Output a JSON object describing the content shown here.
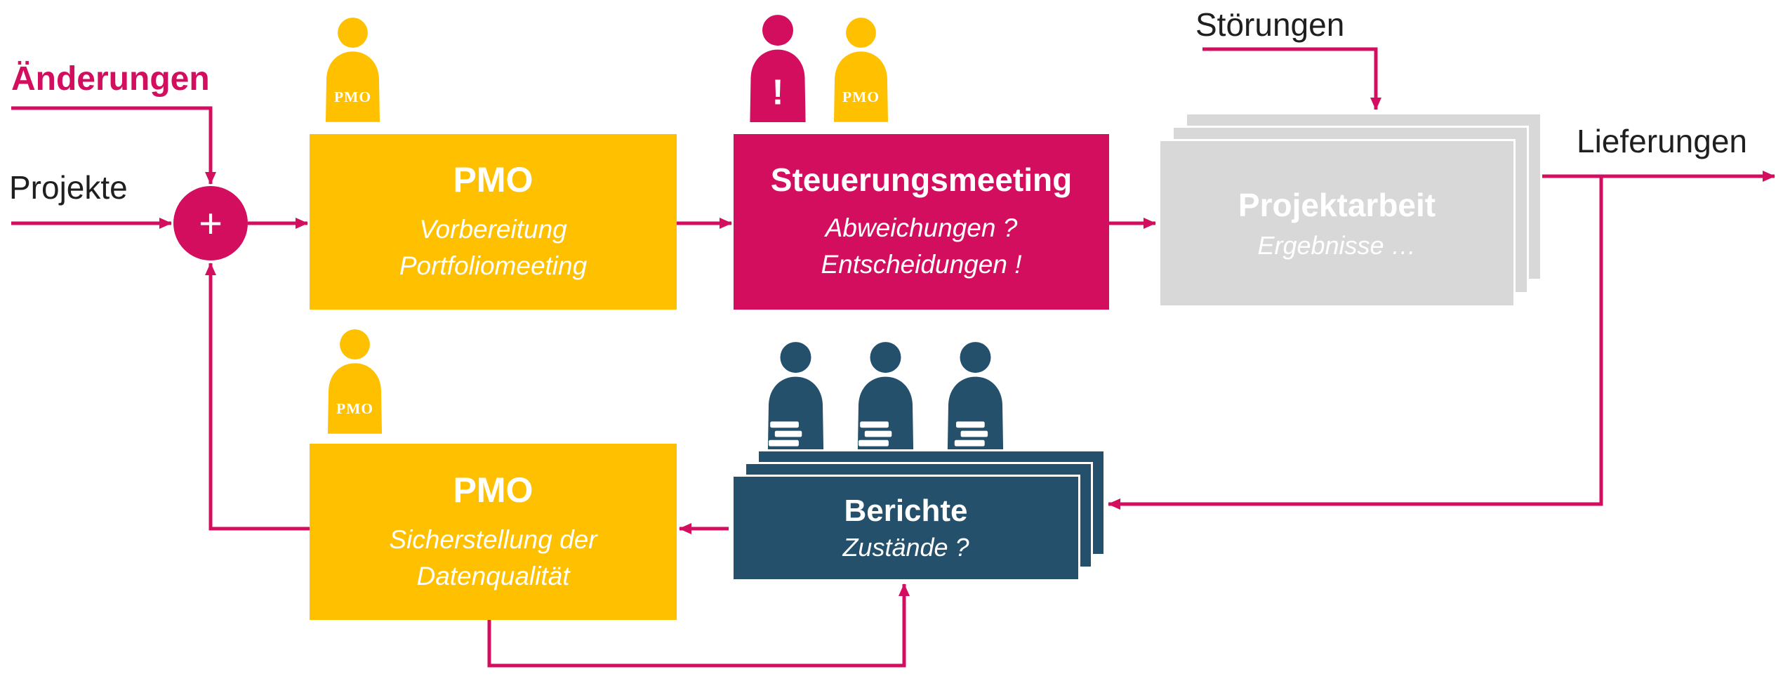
{
  "colors": {
    "accent_pink": "#D40E5F",
    "pmo_yellow": "#FFC000",
    "project_gray": "#D8D8D8",
    "report_blue": "#24506B",
    "label_text": "#1F1F1F",
    "box_text": "#FFFFFF",
    "background": "#FFFFFF"
  },
  "labels": {
    "aenderungen": "Änderungen",
    "projekte": "Projekte",
    "stoerungen": "Störungen",
    "lieferungen": "Lieferungen",
    "merge_plus": "+"
  },
  "nodes": {
    "pmo_top": {
      "title": "PMO",
      "subtitle1": "Vorbereitung",
      "subtitle2": "Portfoliomeeting"
    },
    "steuerung": {
      "title": "Steuerungsmeeting",
      "subtitle1": "Abweichungen ?",
      "subtitle2": "Entscheidungen !"
    },
    "projektarbeit": {
      "title": "Projektarbeit",
      "subtitle1": "Ergebnisse …"
    },
    "berichte": {
      "title": "Berichte",
      "subtitle1": "Zustände ?"
    },
    "pmo_bottom": {
      "title": "PMO",
      "subtitle1": "Sicherstellung der",
      "subtitle2": "Datenqualität"
    }
  },
  "icons": {
    "pmo_badge": "PMO",
    "alert_mark": "!"
  },
  "edges": [
    "Änderungen -> merge",
    "Projekte -> merge",
    "merge -> PMO (Vorbereitung Portfoliomeeting)",
    "PMO -> Steuerungsmeeting",
    "Steuerungsmeeting -> Projektarbeit",
    "Störungen -> Projektarbeit",
    "Projektarbeit -> Lieferungen",
    "Projektarbeit -> Berichte",
    "Berichte -> PMO (Sicherstellung der Datenqualität)",
    "PMO (Sicherstellung) -> merge",
    "PMO (Sicherstellung) -> Berichte"
  ]
}
